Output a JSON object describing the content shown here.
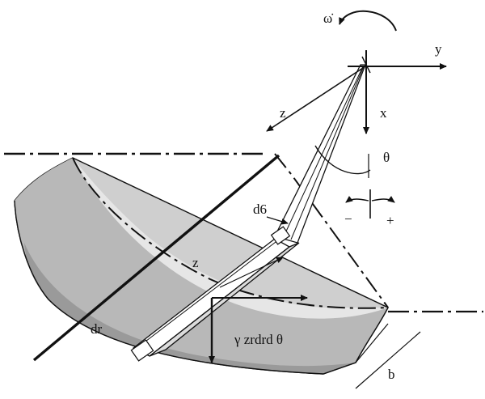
{
  "diagram": {
    "labels": {
      "omega_dot": "ω̇",
      "y_axis": "y",
      "x_axis": "x",
      "z_axis_upper": "z",
      "theta": "θ",
      "d6": "d6",
      "minus": "−",
      "plus": "+",
      "z_member": "z",
      "dr": "dr",
      "force": "γ zrdrd θ",
      "b": "b"
    },
    "colors": {
      "surface_light": "#e3e3e3",
      "surface_mid": "#bdbdbd",
      "surface_dark": "#9a9a9a",
      "ink": "#111111"
    }
  }
}
